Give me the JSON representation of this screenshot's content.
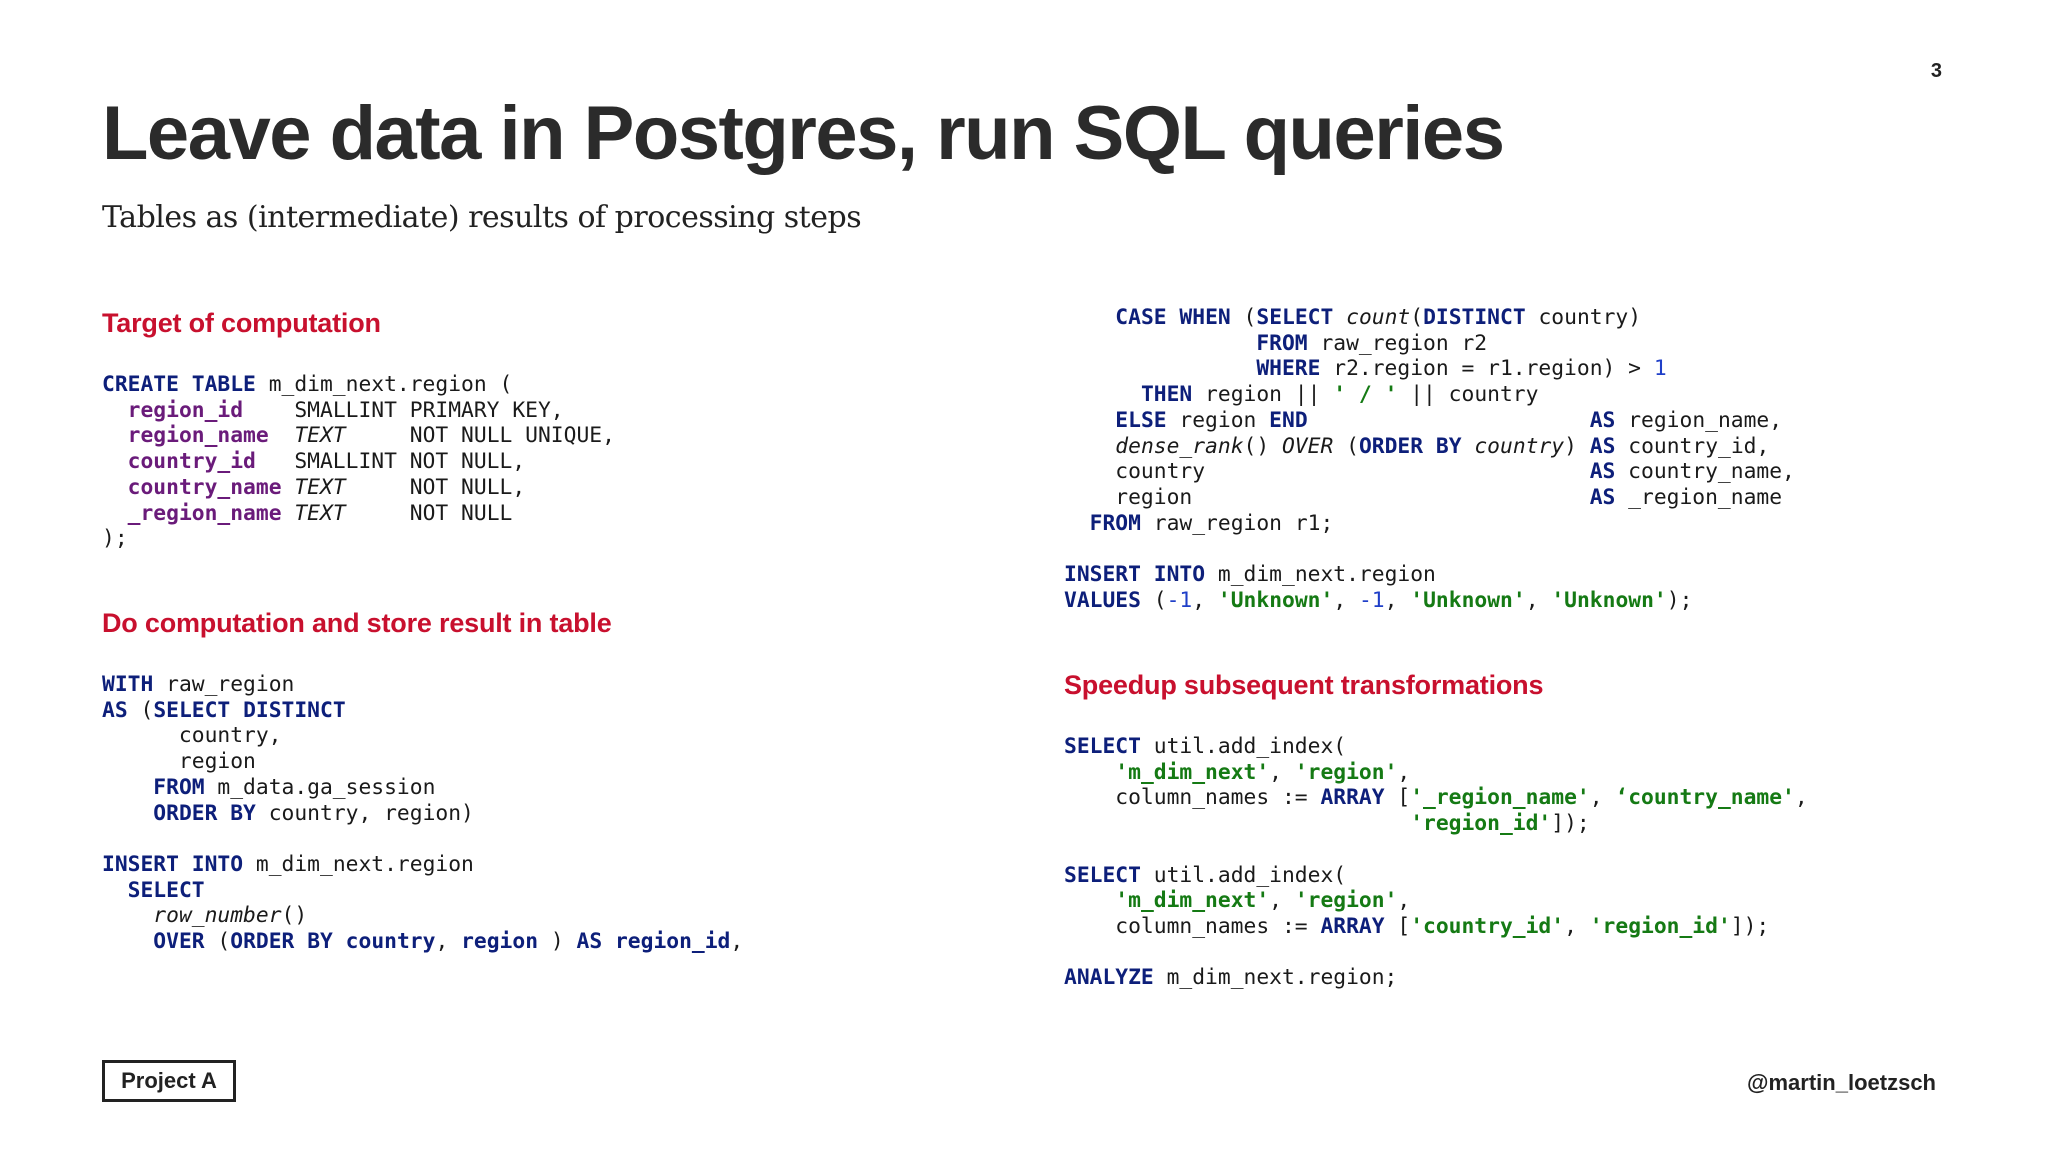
{
  "slide": {
    "page_number": "3",
    "title": "Leave data in Postgres, run SQL queries",
    "subtitle": "Tables as (intermediate) results of processing steps"
  },
  "sections": {
    "target": {
      "heading": "Target of computation",
      "code": [
        "CREATE TABLE m_dim_next.region (",
        "  region_id    SMALLINT PRIMARY KEY,",
        "  region_name  TEXT     NOT NULL UNIQUE,",
        "  country_id   SMALLINT NOT NULL,",
        "  country_name TEXT     NOT NULL,",
        "  _region_name TEXT     NOT NULL",
        ");"
      ]
    },
    "computation": {
      "heading": "Do computation and store result in table",
      "code": [
        "WITH raw_region",
        "AS (SELECT DISTINCT",
        "      country,",
        "      region",
        "    FROM m_data.ga_session",
        "    ORDER BY country, region)",
        "",
        "INSERT INTO m_dim_next.region",
        "  SELECT",
        "    row_number()",
        "    OVER (ORDER BY country, region ) AS region_id,"
      ]
    },
    "continuation": {
      "code": [
        "    CASE WHEN (SELECT count(DISTINCT country)",
        "               FROM raw_region r2",
        "               WHERE r2.region = r1.region) > 1",
        "      THEN region || ' / ' || country",
        "    ELSE region END                      AS region_name,",
        "    dense_rank() OVER (ORDER BY country) AS country_id,",
        "    country                              AS country_name,",
        "    region                               AS _region_name",
        "  FROM raw_region r1;",
        "",
        "INSERT INTO m_dim_next.region",
        "VALUES (-1, 'Unknown', -1, 'Unknown', 'Unknown');"
      ]
    },
    "speedup": {
      "heading": "Speedup subsequent transformations",
      "code": [
        "SELECT util.add_index(",
        "    'm_dim_next', 'region',",
        "    column_names := ARRAY ['_region_name', ‘country_name',",
        "                           'region_id']);",
        "",
        "SELECT util.add_index(",
        "    'm_dim_next', 'region',",
        "    column_names := ARRAY ['country_id', 'region_id']);",
        "",
        "ANALYZE m_dim_next.region;"
      ]
    }
  },
  "footer": {
    "logo_text": "Project A",
    "handle": "@martin_loetzsch"
  },
  "colors": {
    "heading_red": "#c8102e",
    "keyword_navy": "#0d1f7a",
    "column_purple": "#6a1b7a",
    "string_green": "#157a14",
    "number_blue": "#1f3fc8"
  }
}
